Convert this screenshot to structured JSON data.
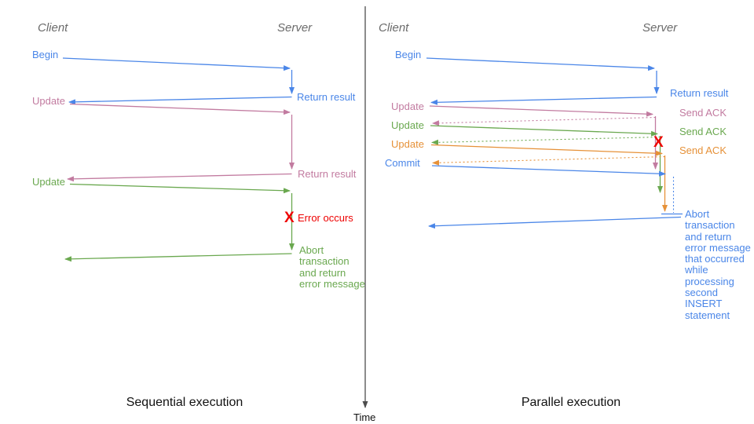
{
  "colors": {
    "blue": "#4a86e8",
    "pink": "#c27ba0",
    "green": "#6aa84f",
    "orange": "#e69138",
    "red": "#ee0000",
    "heading": "#6b6b6b",
    "caption": "#111111",
    "axis": "#4d4d4d"
  },
  "time_axis": {
    "label": "Time"
  },
  "panels": {
    "sequential": {
      "caption": "Sequential execution",
      "client_header": "Client",
      "server_header": "Server",
      "begin": "Begin",
      "return_result_1": "Return result",
      "update_1": "Update",
      "return_result_2": "Return result",
      "update_2": "Update",
      "error_x": "X",
      "error_label": "Error occurs",
      "abort_lines": [
        "Abort",
        "transaction",
        "and return",
        "error message"
      ]
    },
    "parallel": {
      "caption": "Parallel execution",
      "client_header": "Client",
      "server_header": "Server",
      "begin": "Begin",
      "return_result": "Return result",
      "update_1": "Update",
      "send_ack_1": "Send ACK",
      "update_2": "Update",
      "send_ack_2": "Send ACK",
      "update_3": "Update",
      "send_ack_3": "Send ACK",
      "commit": "Commit",
      "error_x": "X",
      "abort_lines": [
        "Abort",
        "transaction",
        "and return",
        "error message",
        "that occurred",
        "while",
        "processing",
        "second",
        "INSERT",
        "statement"
      ]
    }
  }
}
